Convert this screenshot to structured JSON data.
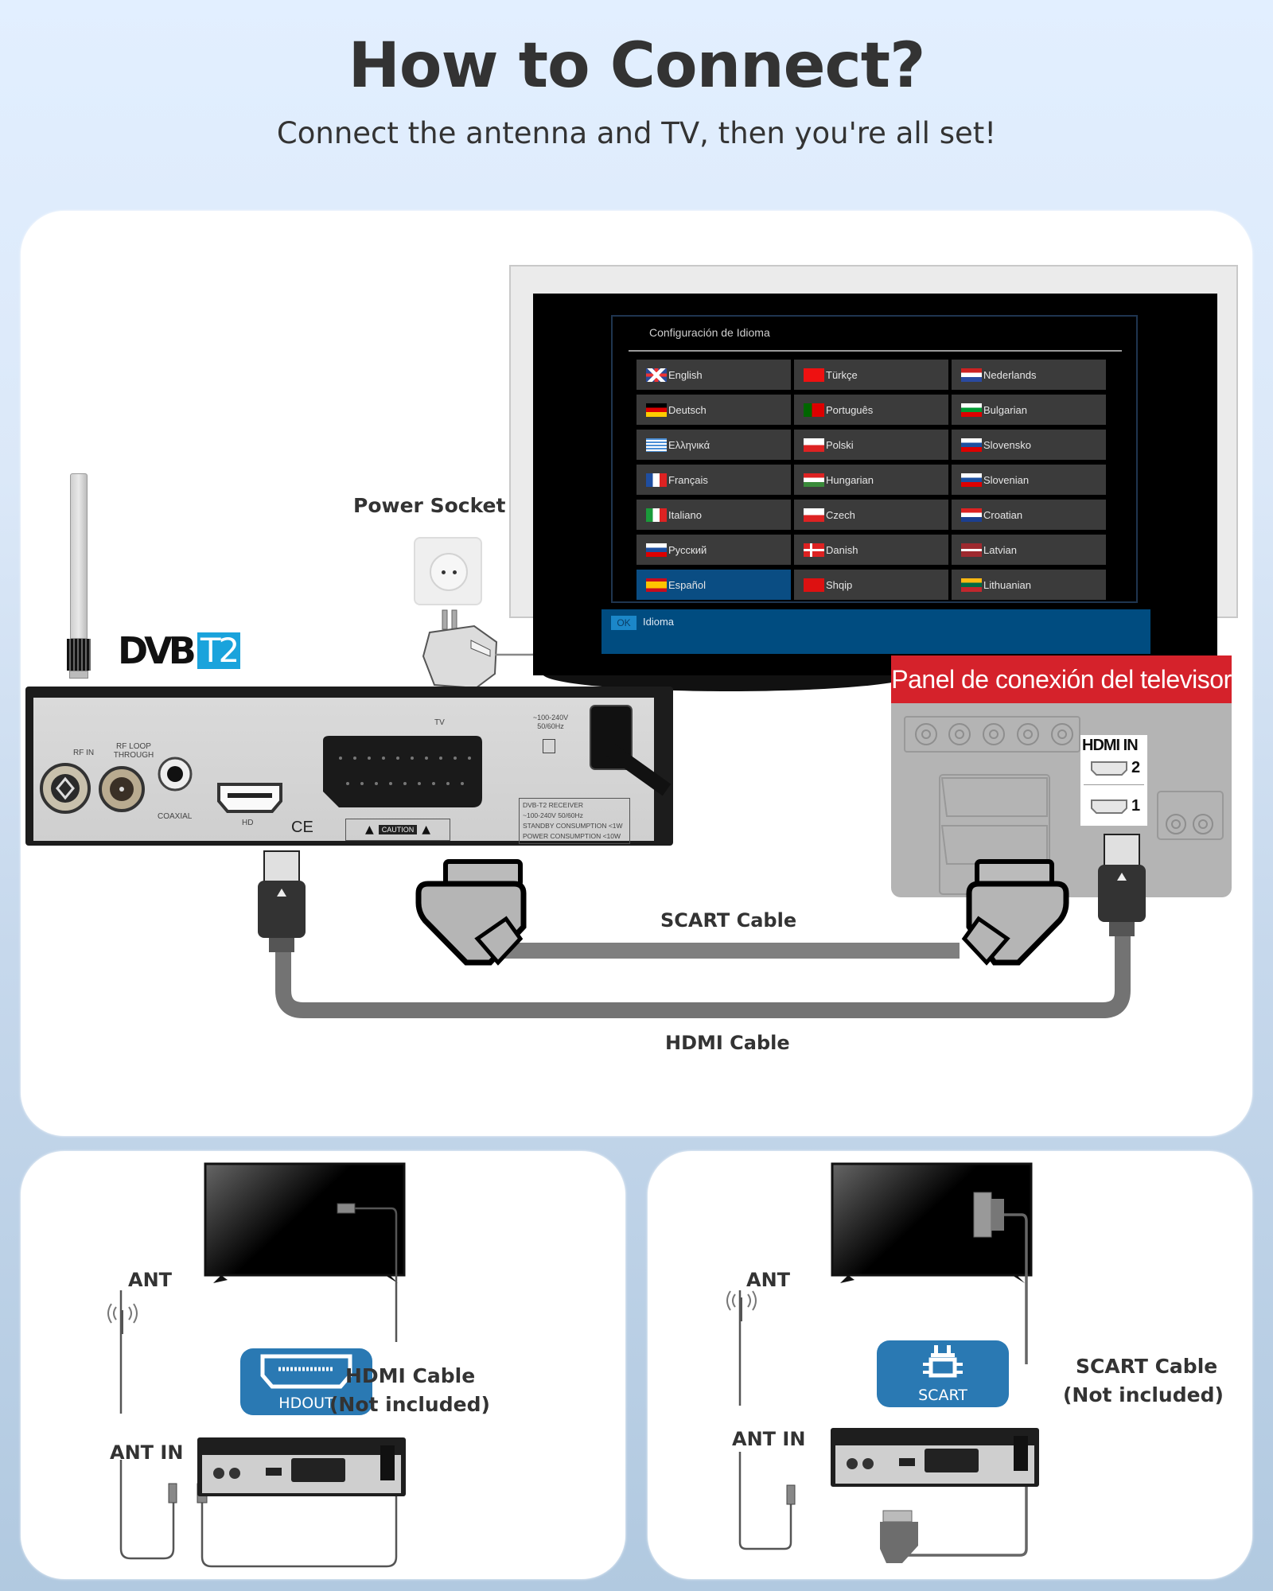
{
  "header": {
    "title": "How to Connect?",
    "subtitle": "Connect the antenna and TV, then you're all set!"
  },
  "main_diagram": {
    "power_socket_label": "Power Socket",
    "dvb_logo": {
      "left": "DVB",
      "right": "T2",
      "accent": "#1aa3dc"
    },
    "tv_menu": {
      "title": "Configuración de Idioma",
      "languages": [
        {
          "label": "English",
          "flag": "uk"
        },
        {
          "label": "Türkçe",
          "flag": "tr"
        },
        {
          "label": "Nederlands",
          "flag": "nl"
        },
        {
          "label": "Deutsch",
          "flag": "de"
        },
        {
          "label": "Português",
          "flag": "pt"
        },
        {
          "label": "Bulgarian",
          "flag": "bg"
        },
        {
          "label": "Ελληνικά",
          "flag": "gr"
        },
        {
          "label": "Polski",
          "flag": "pl"
        },
        {
          "label": "Slovensko",
          "flag": "sk"
        },
        {
          "label": "Français",
          "flag": "fr"
        },
        {
          "label": "Hungarian",
          "flag": "hu"
        },
        {
          "label": "Slovenian",
          "flag": "si"
        },
        {
          "label": "Italiano",
          "flag": "it"
        },
        {
          "label": "Czech",
          "flag": "cz"
        },
        {
          "label": "Croatian",
          "flag": "hr"
        },
        {
          "label": "Русский",
          "flag": "ru"
        },
        {
          "label": "Danish",
          "flag": "dk"
        },
        {
          "label": "Latvian",
          "flag": "lv"
        },
        {
          "label": "Español",
          "flag": "es",
          "selected": true
        },
        {
          "label": "Shqip",
          "flag": "al"
        },
        {
          "label": "Lithuanian",
          "flag": "lt"
        }
      ],
      "footer_ok": "OK",
      "footer_label": "Idioma"
    },
    "tv_panel": {
      "header": "Panel de conexión del televisor",
      "header_color": "#d5222b",
      "hdmi_in_label": "HDMI IN",
      "hdmi_ports": [
        "2",
        "1"
      ]
    },
    "receiver": {
      "rf_in": "RF IN",
      "rf_loop": "RF LOOP THROUGH",
      "coaxial": "COAXIAL",
      "hd": "HD",
      "tv": "TV",
      "power_rating": "~100-240V 50/60Hz",
      "caution": "CAUTION",
      "sticker": [
        "DVB-T2 RECEIVER",
        "~100-240V 50/60Hz",
        "STANDBY CONSUMPTION <1W",
        "POWER CONSUMPTION <10W"
      ]
    },
    "scart_cable_label": "SCART Cable",
    "hdmi_cable_label": "HDMI Cable"
  },
  "hdmi_card": {
    "ant_label": "ANT",
    "ant_in_label": "ANT IN",
    "badge_label": "HDOUT",
    "cable_label_line1": "HDMI Cable",
    "cable_label_line2": "(Not included)",
    "badge_color": "#2a79b3"
  },
  "scart_card": {
    "ant_label": "ANT",
    "ant_in_label": "ANT IN",
    "badge_label": "SCART",
    "cable_label_line1": "SCART Cable",
    "cable_label_line2": "(Not included)",
    "badge_color": "#2a79b3"
  }
}
